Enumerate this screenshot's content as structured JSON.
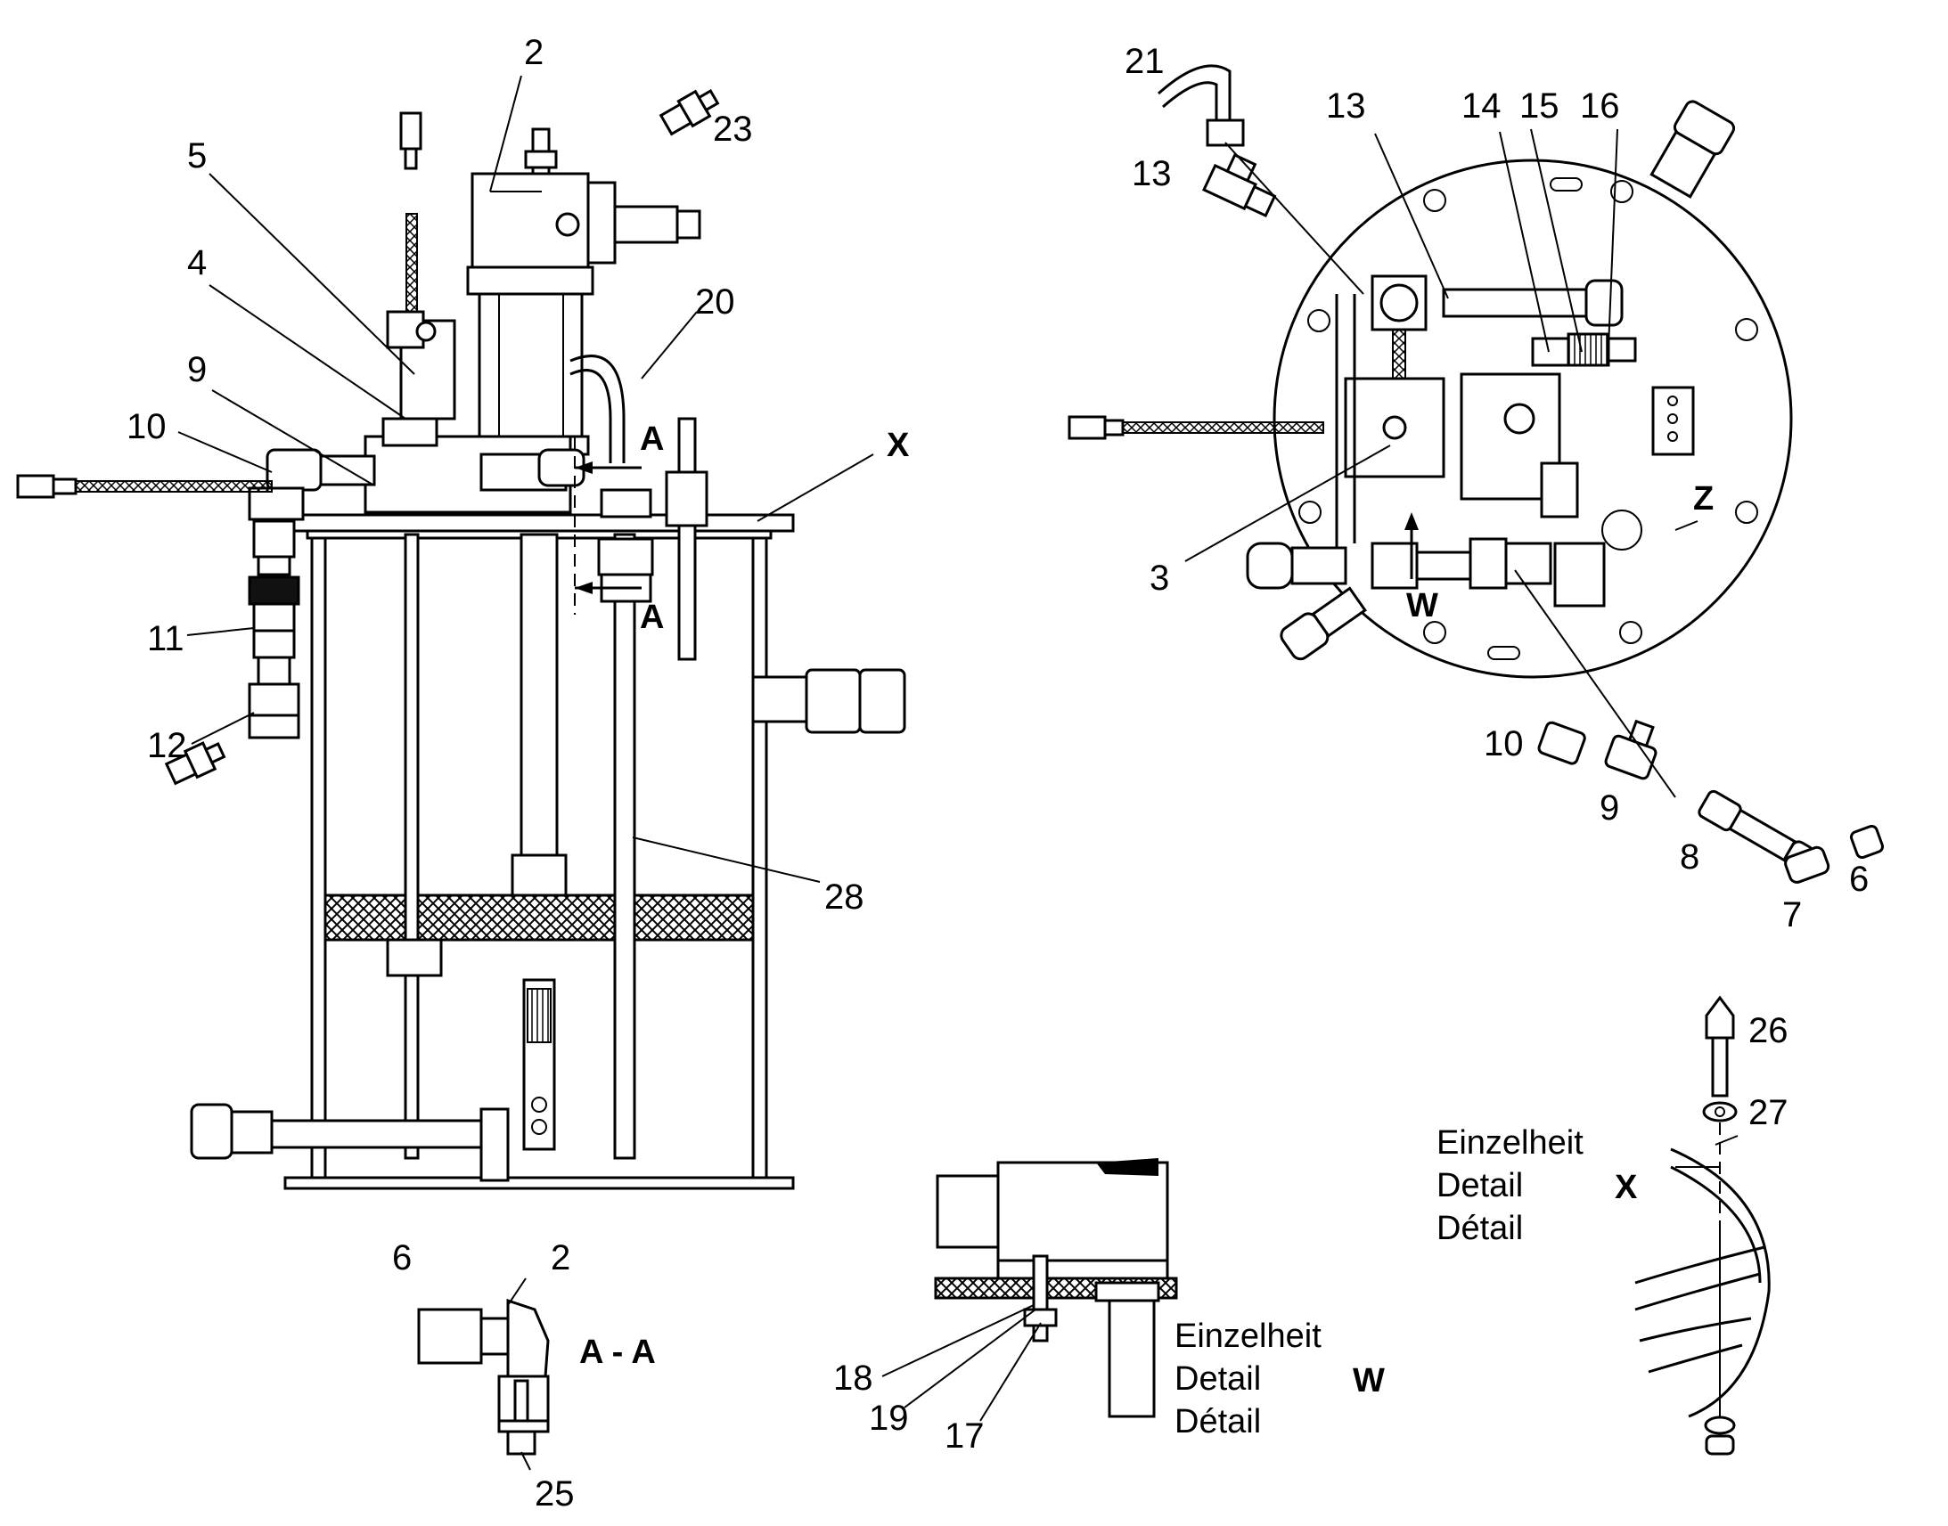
{
  "part_labels": {
    "n2a": "2",
    "n23": "23",
    "n5": "5",
    "n4": "4",
    "n20": "20",
    "n9a": "9",
    "n10a": "10",
    "n11": "11",
    "n12": "12",
    "n28": "28",
    "n21": "21",
    "n13a": "13",
    "n13b": "13",
    "n14": "14",
    "n15": "15",
    "n16": "16",
    "n3": "3",
    "n10b": "10",
    "n9b": "9",
    "n8": "8",
    "n7": "7",
    "n6a": "6",
    "n26": "26",
    "n27": "27",
    "n6b": "6",
    "n2b": "2",
    "n25": "25",
    "n18": "18",
    "n19": "19",
    "n17": "17"
  },
  "view_markers": {
    "section_a_top": "A",
    "section_a_bottom": "A",
    "detail_x_marker": "X",
    "detail_w_marker": "W",
    "view_z": "Z"
  },
  "section_aa": {
    "title": "A - A"
  },
  "detail_w": {
    "line1": "Einzelheit",
    "line2": "Detail",
    "line3": "Détail",
    "letter": "W"
  },
  "detail_x": {
    "line1": "Einzelheit",
    "line2": "Detail",
    "line3": "Détail",
    "letter": "X"
  }
}
